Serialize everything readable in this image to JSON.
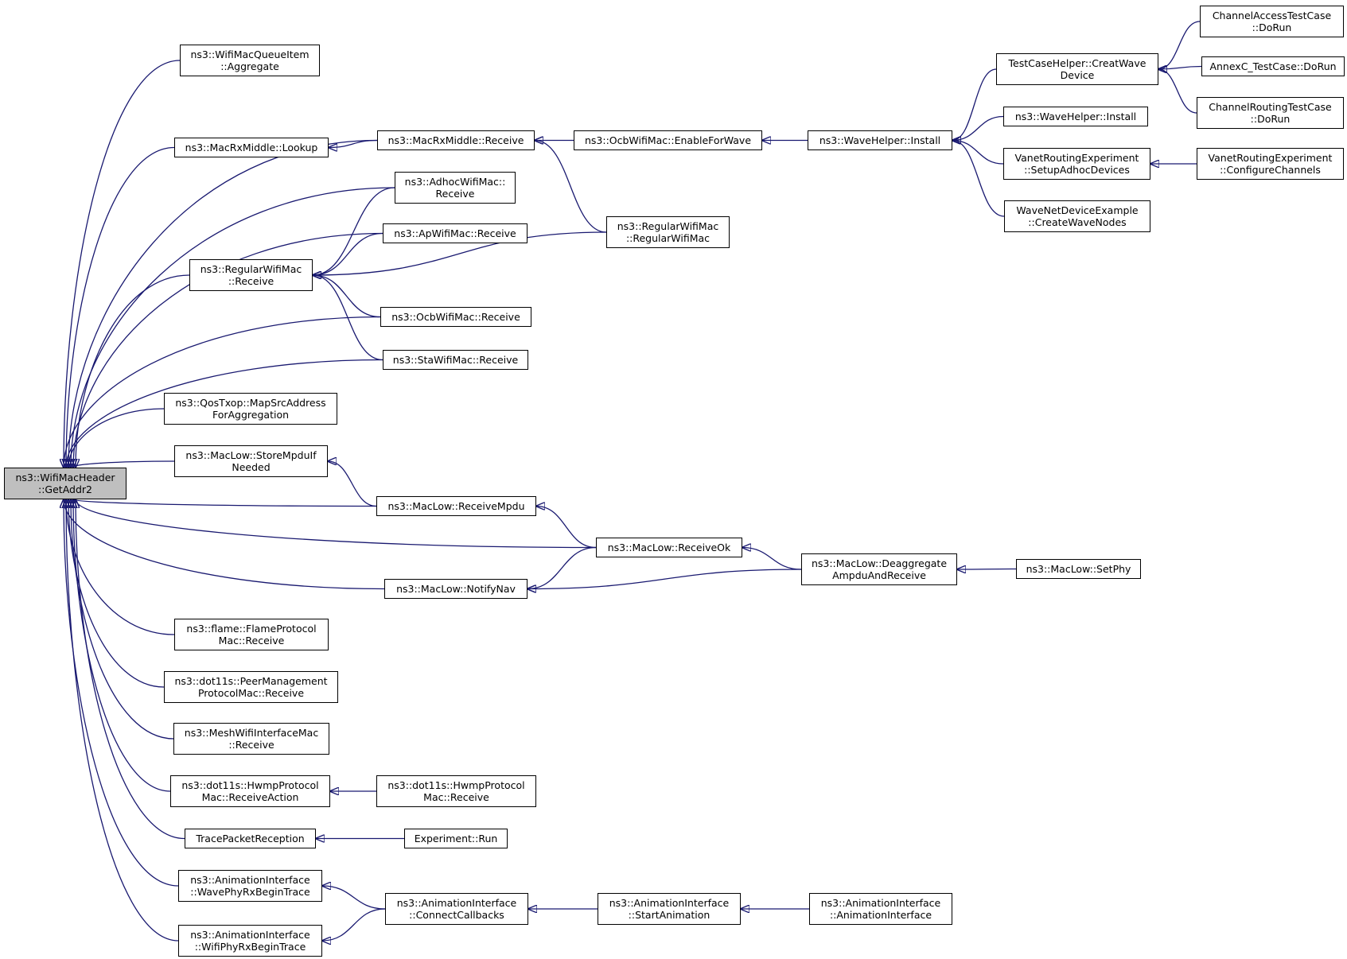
{
  "nodes": [
    {
      "id": "root",
      "lines": [
        "ns3::WifiMacHeader",
        "::GetAddr2"
      ],
      "highlight": true
    },
    {
      "id": "queueitem_aggregate",
      "lines": [
        "ns3::WifiMacQueueItem",
        "::Aggregate"
      ]
    },
    {
      "id": "macrxmiddle_lookup",
      "lines": [
        "ns3::MacRxMiddle::Lookup"
      ]
    },
    {
      "id": "macrxmiddle_receive",
      "lines": [
        "ns3::MacRxMiddle::Receive"
      ]
    },
    {
      "id": "ocb_enableforwave",
      "lines": [
        "ns3::OcbWifiMac::EnableForWave"
      ]
    },
    {
      "id": "wavehelper_install",
      "lines": [
        "ns3::WaveHelper::Install"
      ]
    },
    {
      "id": "testcasehelper_creatwave",
      "lines": [
        "TestCaseHelper::CreatWave",
        "Device"
      ]
    },
    {
      "id": "channelaccess_dorun",
      "lines": [
        "ChannelAccessTestCase",
        "::DoRun"
      ]
    },
    {
      "id": "annexc_dorun",
      "lines": [
        "AnnexC_TestCase::DoRun"
      ]
    },
    {
      "id": "channelrouting_dorun",
      "lines": [
        "ChannelRoutingTestCase",
        "::DoRun"
      ]
    },
    {
      "id": "wavehelper_install2",
      "lines": [
        "ns3::WaveHelper::Install"
      ]
    },
    {
      "id": "vanet_setupadhoc",
      "lines": [
        "VanetRoutingExperiment",
        "::SetupAdhocDevices"
      ]
    },
    {
      "id": "vanet_configurechannels",
      "lines": [
        "VanetRoutingExperiment",
        "::ConfigureChannels"
      ]
    },
    {
      "id": "wavenetdevice_createwavenodes",
      "lines": [
        "WaveNetDeviceExample",
        "::CreateWaveNodes"
      ]
    },
    {
      "id": "adhoc_receive",
      "lines": [
        "ns3::AdhocWifiMac::",
        "Receive"
      ]
    },
    {
      "id": "ap_receive",
      "lines": [
        "ns3::ApWifiMac::Receive"
      ]
    },
    {
      "id": "regular_regularwifimac",
      "lines": [
        "ns3::RegularWifiMac",
        "::RegularWifiMac"
      ]
    },
    {
      "id": "regular_receive",
      "lines": [
        "ns3::RegularWifiMac",
        "::Receive"
      ]
    },
    {
      "id": "ocb_receive",
      "lines": [
        "ns3::OcbWifiMac::Receive"
      ]
    },
    {
      "id": "sta_receive",
      "lines": [
        "ns3::StaWifiMac::Receive"
      ]
    },
    {
      "id": "qostxop_mapsrc",
      "lines": [
        "ns3::QosTxop::MapSrcAddress",
        "ForAggregation"
      ]
    },
    {
      "id": "maclow_storempdu",
      "lines": [
        "ns3::MacLow::StoreMpduIf",
        "Needed"
      ]
    },
    {
      "id": "maclow_receivempdu",
      "lines": [
        "ns3::MacLow::ReceiveMpdu"
      ]
    },
    {
      "id": "maclow_receiveok",
      "lines": [
        "ns3::MacLow::ReceiveOk"
      ]
    },
    {
      "id": "maclow_deaggregate",
      "lines": [
        "ns3::MacLow::Deaggregate",
        "AmpduAndReceive"
      ]
    },
    {
      "id": "maclow_setphy",
      "lines": [
        "ns3::MacLow::SetPhy"
      ]
    },
    {
      "id": "maclow_notifynav",
      "lines": [
        "ns3::MacLow::NotifyNav"
      ]
    },
    {
      "id": "flame_receive",
      "lines": [
        "ns3::flame::FlameProtocol",
        "Mac::Receive"
      ]
    },
    {
      "id": "peermanagement_receive",
      "lines": [
        "ns3::dot11s::PeerManagement",
        "ProtocolMac::Receive"
      ]
    },
    {
      "id": "meshwifi_receive",
      "lines": [
        "ns3::MeshWifiInterfaceMac",
        "::Receive"
      ]
    },
    {
      "id": "hwmp_receiveaction",
      "lines": [
        "ns3::dot11s::HwmpProtocol",
        "Mac::ReceiveAction"
      ]
    },
    {
      "id": "hwmp_receive",
      "lines": [
        "ns3::dot11s::HwmpProtocol",
        "Mac::Receive"
      ]
    },
    {
      "id": "tracepacketreception",
      "lines": [
        "TracePacketReception"
      ]
    },
    {
      "id": "experiment_run",
      "lines": [
        "Experiment::Run"
      ]
    },
    {
      "id": "anim_wavephyrx",
      "lines": [
        "ns3::AnimationInterface",
        "::WavePhyRxBeginTrace"
      ]
    },
    {
      "id": "anim_connectcallbacks",
      "lines": [
        "ns3::AnimationInterface",
        "::ConnectCallbacks"
      ]
    },
    {
      "id": "anim_startanimation",
      "lines": [
        "ns3::AnimationInterface",
        "::StartAnimation"
      ]
    },
    {
      "id": "anim_animationinterface",
      "lines": [
        "ns3::AnimationInterface",
        "::AnimationInterface"
      ]
    },
    {
      "id": "anim_wifiphyrx",
      "lines": [
        "ns3::AnimationInterface",
        "::WifiPhyRxBeginTrace"
      ]
    }
  ],
  "edges": [
    [
      "queueitem_aggregate",
      "root"
    ],
    [
      "macrxmiddle_lookup",
      "root"
    ],
    [
      "macrxmiddle_receive",
      "root"
    ],
    [
      "adhoc_receive",
      "root"
    ],
    [
      "ap_receive",
      "root"
    ],
    [
      "regular_receive",
      "root"
    ],
    [
      "ocb_receive",
      "root"
    ],
    [
      "sta_receive",
      "root"
    ],
    [
      "qostxop_mapsrc",
      "root"
    ],
    [
      "maclow_storempdu",
      "root"
    ],
    [
      "maclow_receivempdu",
      "root"
    ],
    [
      "maclow_receiveok",
      "root"
    ],
    [
      "maclow_notifynav",
      "root"
    ],
    [
      "flame_receive",
      "root"
    ],
    [
      "peermanagement_receive",
      "root"
    ],
    [
      "meshwifi_receive",
      "root"
    ],
    [
      "hwmp_receiveaction",
      "root"
    ],
    [
      "tracepacketreception",
      "root"
    ],
    [
      "anim_wavephyrx",
      "root"
    ],
    [
      "anim_wifiphyrx",
      "root"
    ],
    [
      "macrxmiddle_receive",
      "macrxmiddle_lookup"
    ],
    [
      "ocb_enableforwave",
      "macrxmiddle_receive"
    ],
    [
      "regular_regularwifimac",
      "macrxmiddle_receive"
    ],
    [
      "wavehelper_install",
      "ocb_enableforwave"
    ],
    [
      "testcasehelper_creatwave",
      "wavehelper_install"
    ],
    [
      "wavehelper_install2",
      "wavehelper_install"
    ],
    [
      "vanet_setupadhoc",
      "wavehelper_install"
    ],
    [
      "wavenetdevice_createwavenodes",
      "wavehelper_install"
    ],
    [
      "channelaccess_dorun",
      "testcasehelper_creatwave"
    ],
    [
      "annexc_dorun",
      "testcasehelper_creatwave"
    ],
    [
      "channelrouting_dorun",
      "testcasehelper_creatwave"
    ],
    [
      "vanet_configurechannels",
      "vanet_setupadhoc"
    ],
    [
      "adhoc_receive",
      "regular_receive"
    ],
    [
      "ap_receive",
      "regular_receive"
    ],
    [
      "regular_regularwifimac",
      "regular_receive"
    ],
    [
      "ocb_receive",
      "regular_receive"
    ],
    [
      "sta_receive",
      "regular_receive"
    ],
    [
      "maclow_receivempdu",
      "maclow_storempdu"
    ],
    [
      "maclow_receiveok",
      "maclow_receivempdu"
    ],
    [
      "maclow_deaggregate",
      "maclow_receiveok"
    ],
    [
      "maclow_setphy",
      "maclow_deaggregate"
    ],
    [
      "maclow_receiveok",
      "maclow_notifynav"
    ],
    [
      "maclow_deaggregate",
      "maclow_notifynav"
    ],
    [
      "hwmp_receive",
      "hwmp_receiveaction"
    ],
    [
      "experiment_run",
      "tracepacketreception"
    ],
    [
      "anim_connectcallbacks",
      "anim_wavephyrx"
    ],
    [
      "anim_connectcallbacks",
      "anim_wifiphyrx"
    ],
    [
      "anim_startanimation",
      "anim_connectcallbacks"
    ],
    [
      "anim_animationinterface",
      "anim_startanimation"
    ]
  ],
  "colors": {
    "edge": "#191970",
    "highlight_fill": "#bfbfbf",
    "node_border": "#000000"
  }
}
